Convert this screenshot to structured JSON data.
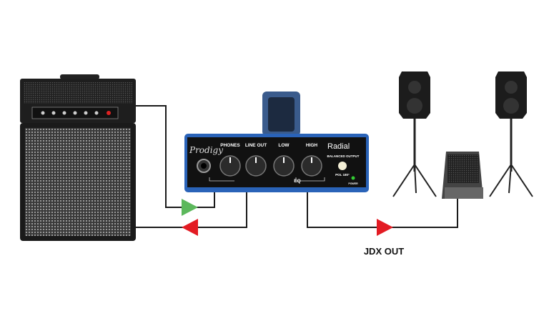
{
  "device": {
    "brand": "Radial",
    "model": "Prodigy",
    "knobs": [
      "PHONES",
      "LINE OUT",
      "LOW",
      "HIGH"
    ],
    "eq_label": "EQ",
    "balanced_output": "BALANCED OUTPUT",
    "polarity": "POL 180°",
    "power": "POWER"
  },
  "output_label": "JDX OUT",
  "colors": {
    "line": "#1a1a1a",
    "arrow_in": "#5cb85c",
    "arrow_out": "#e31b23",
    "device_blue": "#2a63b8"
  }
}
